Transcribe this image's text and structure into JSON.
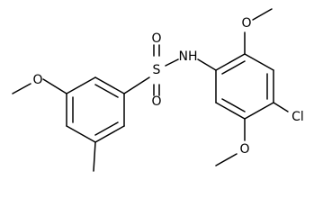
{
  "molecule": {
    "atoms": {
      "sulfur": "S",
      "oxygen_top": "O",
      "oxygen_bottom": "O",
      "nh": "NH",
      "chlorine": "Cl"
    }
  },
  "colors": {
    "ink": "#000000",
    "background": "#ffffff"
  }
}
